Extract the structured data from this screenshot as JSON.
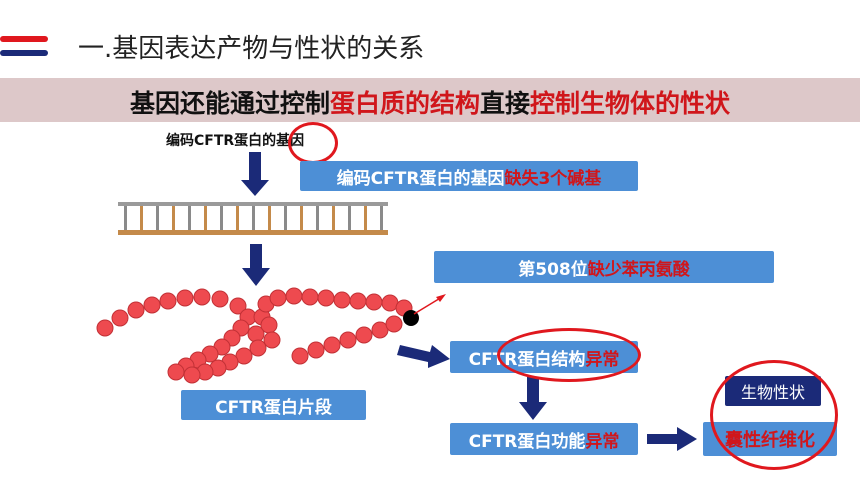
{
  "header": {
    "title": "一.基因表达产物与性状的关系",
    "accent_colors": [
      "#e0181e",
      "#1b2a78"
    ]
  },
  "banner": {
    "part1": "基因还能通过控制",
    "part2": "蛋白质的结构",
    "part3": "直接",
    "part4": "控制生物体的性状"
  },
  "gene_label": {
    "prefix": "编码CFTR蛋白的",
    "circled": "基因"
  },
  "boxes": {
    "missing_bases": {
      "prefix": "编码CFTR蛋白的基因",
      "highlight": "缺失3个碱基"
    },
    "position_508": {
      "prefix": "第508位",
      "highlight": "缺少苯丙氨酸"
    },
    "fragment": {
      "text": "CFTR蛋白片段"
    },
    "structure": {
      "prefix": "CFTR蛋白结构",
      "highlight": "异常"
    },
    "function": {
      "prefix": "CFTR蛋白功能",
      "highlight": "异常"
    },
    "trait_label": {
      "text": "生物性状"
    },
    "disease": {
      "text": "囊性纤维化"
    }
  },
  "colors": {
    "box_blue": "#4d8fd6",
    "highlight_red": "#d0161b",
    "arrow_navy": "#1b2a78",
    "bead_red": "#ee4a4f",
    "banner_bg": "#ddc8c9"
  }
}
